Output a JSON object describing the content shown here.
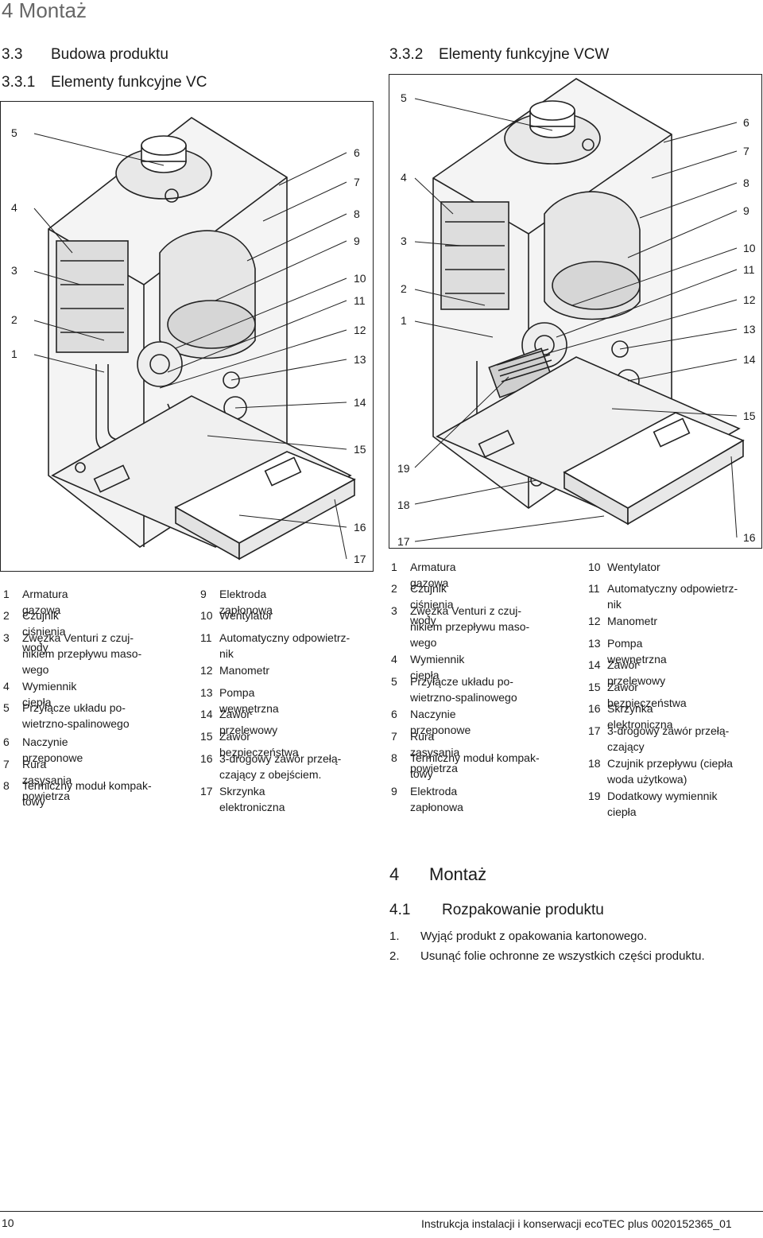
{
  "header": {
    "title": "4 Montaż"
  },
  "section_3_3": {
    "number": "3.3",
    "title": "Budowa produktu"
  },
  "section_3_3_1": {
    "number": "3.3.1",
    "title": "Elementy funkcyjne VC"
  },
  "section_3_3_2": {
    "number": "3.3.2",
    "title": "Elementy funkcyjne VCW"
  },
  "figure_vc": {
    "callouts": [
      "5",
      "4",
      "3",
      "2",
      "1",
      "6",
      "7",
      "8",
      "9",
      "10",
      "11",
      "12",
      "13",
      "14",
      "15",
      "16",
      "17"
    ]
  },
  "figure_vcw": {
    "callouts": [
      "5",
      "4",
      "3",
      "2",
      "1",
      "6",
      "7",
      "8",
      "9",
      "10",
      "11",
      "12",
      "13",
      "14",
      "15",
      "19",
      "18",
      "17",
      "16"
    ]
  },
  "legend_vc_col1": [
    {
      "num": "1",
      "text": "Armatura gazowa"
    },
    {
      "num": "2",
      "text": "Czujnik ciśnienia wody"
    },
    {
      "num": "3",
      "text": "Zwężka Venturi z czuj-\nnikiem przepływu maso-\nwego"
    },
    {
      "num": "4",
      "text": "Wymiennik ciepła"
    },
    {
      "num": "5",
      "text": "Przyłącze układu po-\nwietrzno-spalinowego"
    },
    {
      "num": "6",
      "text": "Naczynie przeponowe"
    },
    {
      "num": "7",
      "text": "Rura zasysania powietrza"
    },
    {
      "num": "8",
      "text": "Termiczny moduł kompak-\ntowy"
    }
  ],
  "legend_vc_col2": [
    {
      "num": "9",
      "text": "Elektroda zapłonowa"
    },
    {
      "num": "10",
      "text": "Wentylator"
    },
    {
      "num": "11",
      "text": "Automatyczny odpowietrz-\nnik"
    },
    {
      "num": "12",
      "text": "Manometr"
    },
    {
      "num": "13",
      "text": "Pompa wewnętrzna"
    },
    {
      "num": "14",
      "text": "Zawór przelewowy"
    },
    {
      "num": "15",
      "text": "Zawór bezpieczeństwa"
    },
    {
      "num": "16",
      "text": "3-drogowy zawór przełą-\nczający z obejściem."
    },
    {
      "num": "17",
      "text": "Skrzynka elektroniczna"
    }
  ],
  "legend_vcw_col1": [
    {
      "num": "1",
      "text": "Armatura gazowa"
    },
    {
      "num": "2",
      "text": "Czujnik ciśnienia wody"
    },
    {
      "num": "3",
      "text": "Zwężka Venturi z czuj-\nnikiem przepływu maso-\nwego"
    },
    {
      "num": "4",
      "text": "Wymiennik ciepła"
    },
    {
      "num": "5",
      "text": "Przyłącze układu po-\nwietrzno-spalinowego"
    },
    {
      "num": "6",
      "text": "Naczynie przeponowe"
    },
    {
      "num": "7",
      "text": "Rura zasysania powietrza"
    },
    {
      "num": "8",
      "text": "Termiczny moduł kompak-\ntowy"
    },
    {
      "num": "9",
      "text": "Elektroda zapłonowa"
    }
  ],
  "legend_vcw_col2": [
    {
      "num": "10",
      "text": "Wentylator"
    },
    {
      "num": "11",
      "text": "Automatyczny odpowietrz-\nnik"
    },
    {
      "num": "12",
      "text": "Manometr"
    },
    {
      "num": "13",
      "text": "Pompa wewnętrzna"
    },
    {
      "num": "14",
      "text": "Zawór przelewowy"
    },
    {
      "num": "15",
      "text": "Zawór bezpieczeństwa"
    },
    {
      "num": "16",
      "text": "Skrzynka elektroniczna"
    },
    {
      "num": "17",
      "text": "3-drogowy zawór przełą-\nczający"
    },
    {
      "num": "18",
      "text": "Czujnik przepływu (ciepła\nwoda użytkowa)"
    },
    {
      "num": "19",
      "text": "Dodatkowy wymiennik\nciepła"
    }
  ],
  "section_4": {
    "number": "4",
    "title": "Montaż"
  },
  "section_4_1": {
    "number": "4.1",
    "title": "Rozpakowanie produktu"
  },
  "steps": [
    {
      "num": "1.",
      "text": "Wyjąć produkt z opakowania kartonowego."
    },
    {
      "num": "2.",
      "text": "Usunąć folie ochronne ze wszystkich części produktu."
    }
  ],
  "footer": {
    "page": "10",
    "text": "Instrukcja instalacji i konserwacji ecoTEC plus 0020152365_01"
  }
}
